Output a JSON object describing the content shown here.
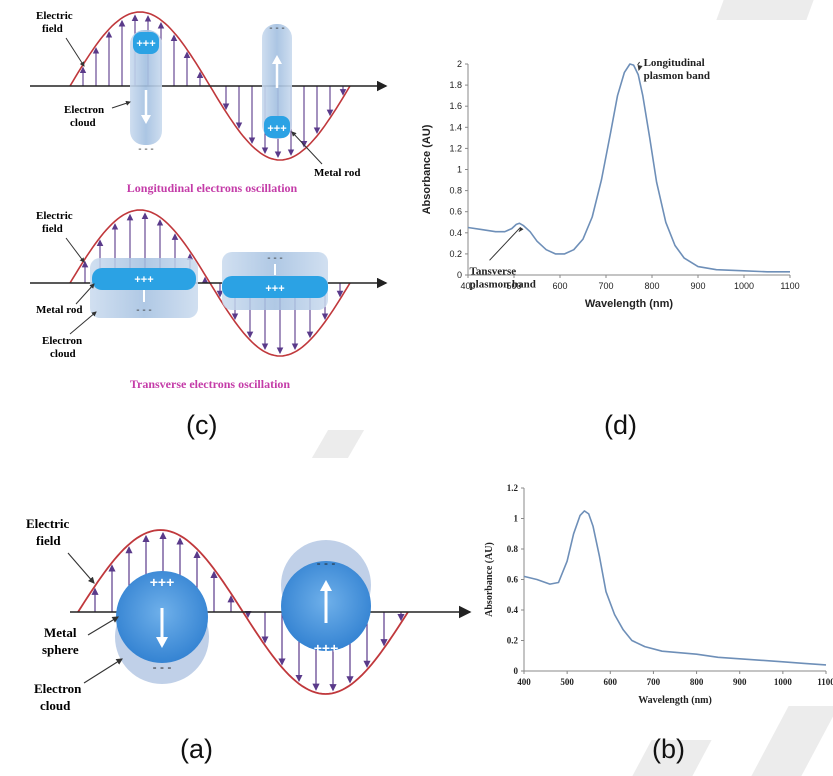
{
  "colors": {
    "sine": "#c0383c",
    "field_arrow": "#5a3a8a",
    "axis": "#222222",
    "cloud": "#a9c4e4",
    "metal": "#2ba2e4",
    "caption": "#c43ca8",
    "plot_line": "#6e8fb8"
  },
  "panel_c": {
    "top": {
      "electric_field_l1": "Electric",
      "electric_field_l2": "field",
      "electron_cloud_l1": "Electron",
      "electron_cloud_l2": "cloud",
      "metal_rod": "Metal rod",
      "plus": "+++",
      "minus": "- - -",
      "caption": "Longitudinal electrons oscillation"
    },
    "bottom": {
      "electric_field_l1": "Electric",
      "electric_field_l2": "field",
      "metal_rod": "Metal rod",
      "electron_cloud_l1": "Electron",
      "electron_cloud_l2": "cloud",
      "plus": "+++",
      "minus": "- - -",
      "caption": "Transverse electrons oscillation"
    },
    "label": "(c)"
  },
  "panel_a": {
    "electric_field_l1": "Electric",
    "electric_field_l2": "field",
    "metal_sphere_l1": "Metal",
    "metal_sphere_l2": "sphere",
    "electron_cloud_l1": "Electron",
    "electron_cloud_l2": "cloud",
    "plus": "+++",
    "minus": "- - -",
    "label": "(a)"
  },
  "panel_d": {
    "label": "(d)"
  },
  "panel_b": {
    "label": "(b)"
  },
  "chart_data": [
    {
      "type": "line",
      "panel": "d",
      "xlabel": "Wavelength (nm)",
      "ylabel": "Absorbance (AU)",
      "xlim": [
        400,
        1100
      ],
      "ylim": [
        0,
        2
      ],
      "xticks": [
        400,
        500,
        600,
        700,
        800,
        900,
        1000,
        1100
      ],
      "yticks": [
        0,
        0.2,
        0.4,
        0.6,
        0.8,
        1,
        1.2,
        1.4,
        1.6,
        1.8,
        2
      ],
      "ytick_labels": [
        "0",
        "0.2",
        "0.4",
        "0.6",
        "0.8",
        "1",
        "1.2",
        "1.4",
        "1.6",
        "1.8",
        "2"
      ],
      "grid": false,
      "series": [
        {
          "x": [
            400,
            430,
            460,
            480,
            495,
            505,
            512,
            520,
            535,
            550,
            570,
            590,
            610,
            630,
            650,
            670,
            690,
            710,
            725,
            740,
            752,
            760,
            770,
            780,
            795,
            810,
            830,
            850,
            870,
            900,
            940,
            1000,
            1050,
            1100
          ],
          "y": [
            0.45,
            0.43,
            0.41,
            0.41,
            0.44,
            0.48,
            0.49,
            0.47,
            0.41,
            0.32,
            0.24,
            0.2,
            0.2,
            0.24,
            0.34,
            0.55,
            0.9,
            1.35,
            1.7,
            1.92,
            2.0,
            1.99,
            1.9,
            1.7,
            1.3,
            0.88,
            0.5,
            0.28,
            0.16,
            0.08,
            0.05,
            0.04,
            0.03,
            0.03
          ]
        }
      ],
      "annotations": [
        {
          "line1": "Longitudinal",
          "line2": "plasmon band",
          "x": 760,
          "y": 2.0
        },
        {
          "line1": "Tansverse",
          "line2": "plasmon band",
          "x": 512,
          "y": 0.49
        }
      ]
    },
    {
      "type": "line",
      "panel": "b",
      "xlabel": "Wavelength (nm)",
      "ylabel": "Absorbance (AU)",
      "xlim": [
        400,
        1100
      ],
      "ylim": [
        0,
        1.2
      ],
      "xticks": [
        400,
        500,
        600,
        700,
        800,
        900,
        1000,
        1100
      ],
      "xtick_labels": [
        "400",
        "500",
        "600",
        "700",
        "800",
        "900",
        "1000",
        "1100"
      ],
      "yticks": [
        0,
        0.2,
        0.4,
        0.6,
        0.8,
        1,
        1.2
      ],
      "ytick_labels": [
        "0",
        "0.2",
        "0.4",
        "0.6",
        "0.8",
        "1",
        "1.2"
      ],
      "grid": false,
      "series": [
        {
          "x": [
            400,
            430,
            460,
            480,
            500,
            515,
            530,
            540,
            550,
            560,
            575,
            590,
            610,
            630,
            650,
            680,
            720,
            760,
            800,
            850,
            900,
            950,
            1000,
            1050,
            1100
          ],
          "y": [
            0.62,
            0.6,
            0.57,
            0.58,
            0.72,
            0.9,
            1.02,
            1.05,
            1.03,
            0.95,
            0.75,
            0.52,
            0.37,
            0.27,
            0.2,
            0.16,
            0.13,
            0.12,
            0.11,
            0.09,
            0.08,
            0.07,
            0.06,
            0.05,
            0.04
          ]
        }
      ]
    }
  ]
}
